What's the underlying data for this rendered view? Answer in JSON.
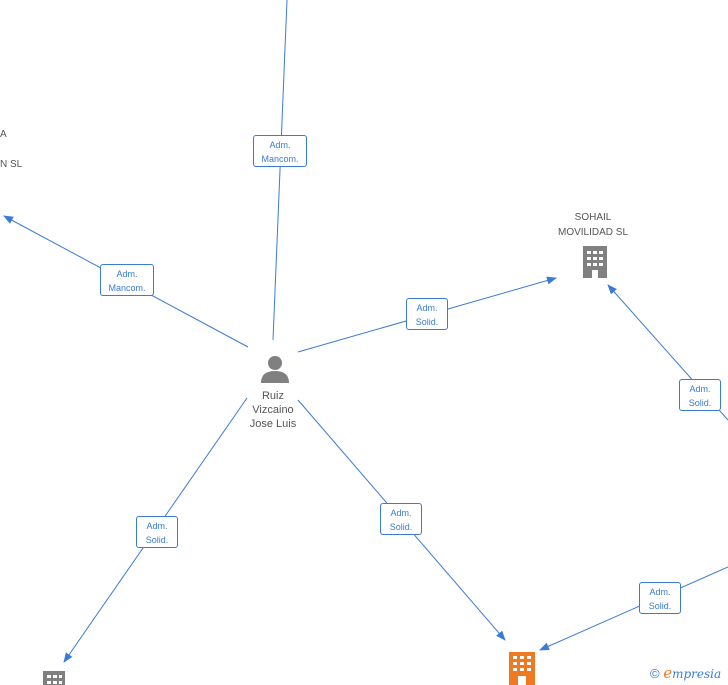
{
  "person": {
    "name_lines": [
      "Ruiz",
      "Vizcaino",
      "Jose Luis"
    ]
  },
  "companies": {
    "sohail": {
      "name_lines": [
        "SOHAIL",
        "MOVILIDAD SL"
      ]
    },
    "cut_left": {
      "name_lines": [
        "A",
        "N SL"
      ]
    }
  },
  "edges": {
    "top": {
      "line1": "Adm.",
      "line2": "Mancom."
    },
    "left": {
      "line1": "Adm.",
      "line2": "Mancom."
    },
    "sohail": {
      "line1": "Adm.",
      "line2": "Solid."
    },
    "bottom_left": {
      "line1": "Adm.",
      "line2": "Solid."
    },
    "bottom_mid": {
      "line1": "Adm.",
      "line2": "Solid."
    },
    "right_upper": {
      "line1": "Adm.",
      "line2": "Solid."
    },
    "right_lower": {
      "line1": "Adm.",
      "line2": "Solid."
    }
  },
  "footer": {
    "copyright_symbol": "©",
    "brand_initial": "e",
    "brand_rest": "mpresia"
  },
  "colors": {
    "edge": "#3a7bd5",
    "node_gray": "#808080",
    "node_highlight": "#f07a22"
  }
}
